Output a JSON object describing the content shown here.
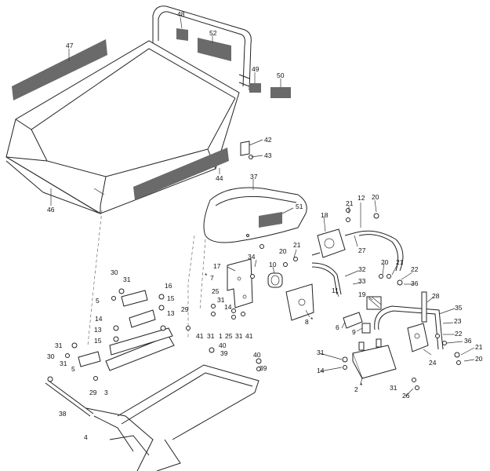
{
  "labels": {
    "l47": "47",
    "l48": "48",
    "l52": "52",
    "l49": "49",
    "l50": "50",
    "l42": "42",
    "l43": "43",
    "l44": "44",
    "l46": "46",
    "l37": "37",
    "l51": "51",
    "l18": "18",
    "l12": "12",
    "l20a": "20",
    "l21a": "21",
    "l27": "27",
    "l20b": "20",
    "l21b": "21",
    "l17": "17",
    "l34": "34",
    "l7": "7",
    "l7star": "*",
    "l10": "10",
    "l32": "32",
    "l33": "33",
    "l11": "11",
    "l19": "19",
    "l8": "8",
    "l8star": "*",
    "l6": "6",
    "l9": "9",
    "l20c": "20",
    "l21c": "21",
    "l22a": "22",
    "l36a": "36",
    "l28": "28",
    "l35": "35",
    "l23": "23",
    "l22b": "22",
    "l36b": "36",
    "l21d": "21",
    "l20d": "20",
    "l24": "24",
    "l30a": "30",
    "l31a": "31",
    "l16": "16",
    "l15a": "15",
    "l5a": "5",
    "l29a": "29",
    "l13a": "13",
    "l14a": "14",
    "l13b": "13",
    "l15b": "15",
    "l25": "25",
    "l31b": "31",
    "l14b": "14",
    "l41a": "41",
    "l31c": "31",
    "l1": "1",
    "l25b": "25",
    "l31d": "31",
    "l41b": "41",
    "l40a": "40",
    "l39a": "39",
    "l40b": "40",
    "l39b": "39",
    "l30b": "30",
    "l31e": "31",
    "l5b": "5",
    "l31f": "31",
    "l29b": "29",
    "l3": "3",
    "l38": "38",
    "l4": "4",
    "l31g": "31",
    "l14c": "14",
    "l2": "2",
    "l2star": "*",
    "l31h": "31",
    "l26": "26"
  }
}
